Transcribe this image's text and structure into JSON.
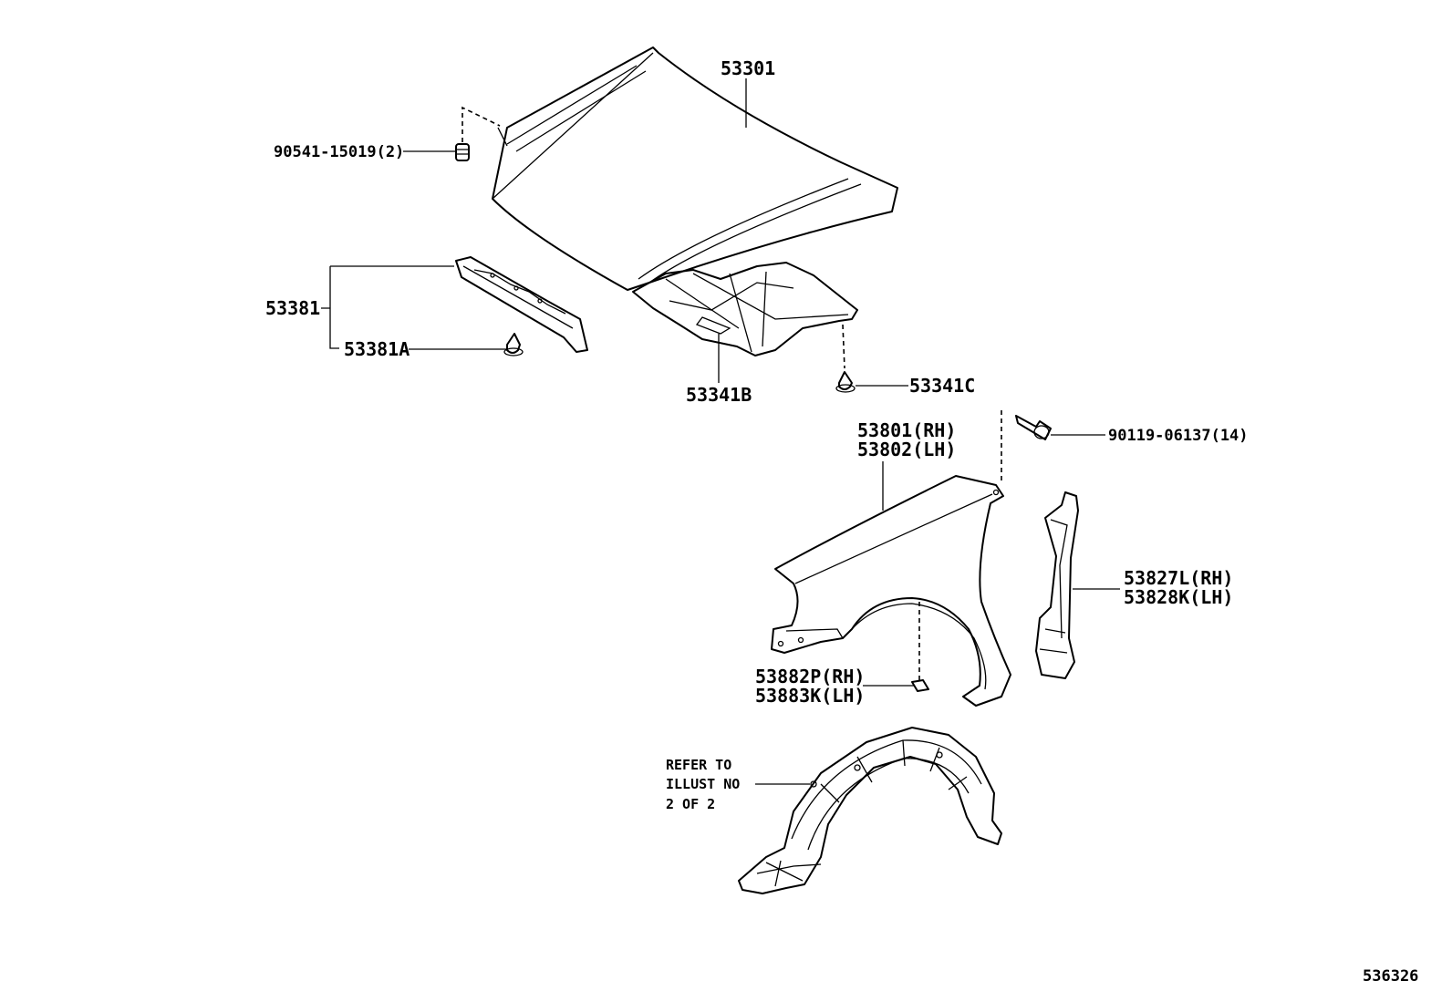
{
  "diagram": {
    "callouts": {
      "hood": "53301",
      "hood_bumper": "90541-15019(2)",
      "hood_seal": "53381",
      "hood_seal_clip": "53381A",
      "hood_insulator": "53341B",
      "insulator_clip": "53341C",
      "fender_bolt": "90119-06137(14)",
      "fender_rh": "53801(RH)",
      "fender_lh": "53802(LH)",
      "fender_bracket_rh": "53827L(RH)",
      "fender_bracket_lh": "53828K(LH)",
      "fender_retainer_rh": "53882P(RH)",
      "fender_retainer_lh": "53883K(LH)",
      "refer_line1": "REFER TO",
      "refer_line2": "ILLUST NO",
      "refer_line3": "2 OF 2"
    },
    "illustration_number": "536326"
  }
}
